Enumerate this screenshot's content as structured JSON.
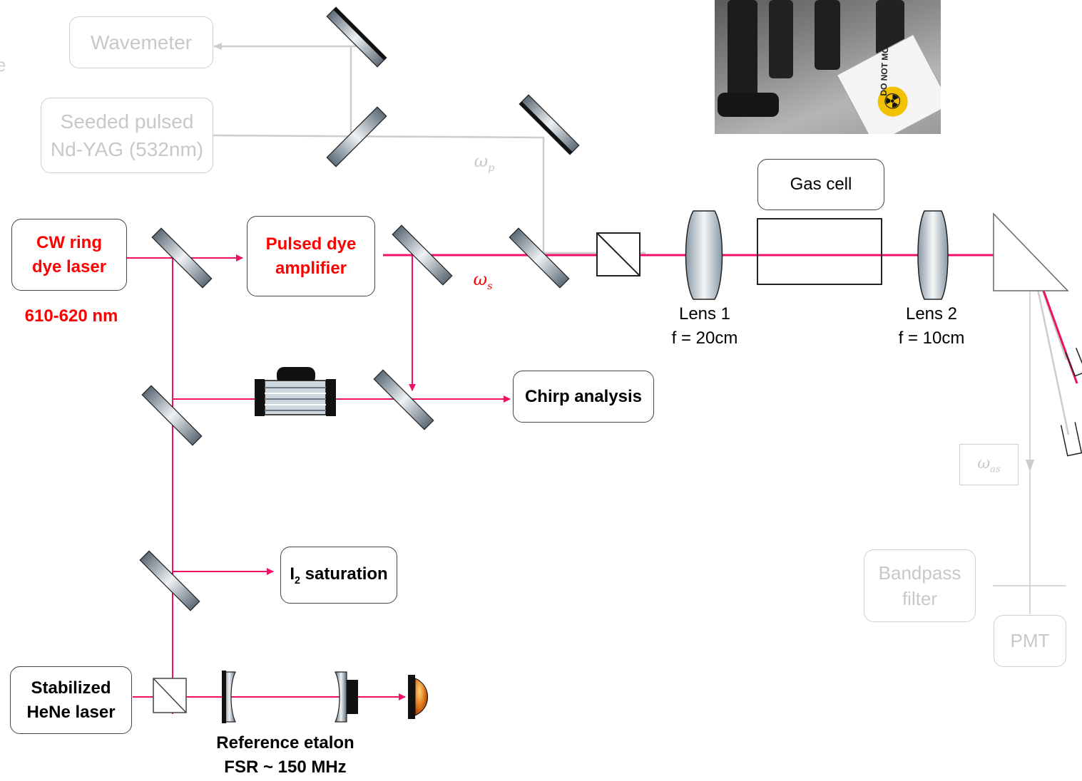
{
  "labels": {
    "wavemeter": "Wavemeter",
    "seeded_line1": "Seeded pulsed",
    "seeded_line2": "Nd-YAG (532nm)",
    "cw_ring_line1": "CW ring",
    "cw_ring_line2": "dye laser",
    "wavelength_range": "610-620 nm",
    "pulsed_dye_line1": "Pulsed dye",
    "pulsed_dye_line2": "amplifier",
    "omega_p": "ω",
    "omega_p_sub": "p",
    "omega_s": "ω",
    "omega_s_sub": "s",
    "omega_as": "ω",
    "omega_as_sub": "as",
    "gas_cell": "Gas cell",
    "lens1_name": "Lens 1",
    "lens1_focal": "f = 20cm",
    "lens2_name": "Lens 2",
    "lens2_focal": "f = 10cm",
    "chirp_analysis": "Chirp analysis",
    "i2_main": "I",
    "i2_sub": "2",
    "i2_rest": " saturation",
    "bandpass_line1": "Bandpass",
    "bandpass_line2": "filter",
    "pmt": "PMT",
    "hene_line1": "Stabilized",
    "hene_line2": "HeNe laser",
    "etalon_line1": "Reference etalon",
    "etalon_line2": "FSR ~ 150 MHz"
  },
  "photo": {
    "sign_text": "DO NOT MOVE"
  },
  "colors": {
    "beam": "#ee1166",
    "pump_beam": "#cccccc",
    "emphasis_text": "#ff0000",
    "faded": "#c8c8c8"
  }
}
